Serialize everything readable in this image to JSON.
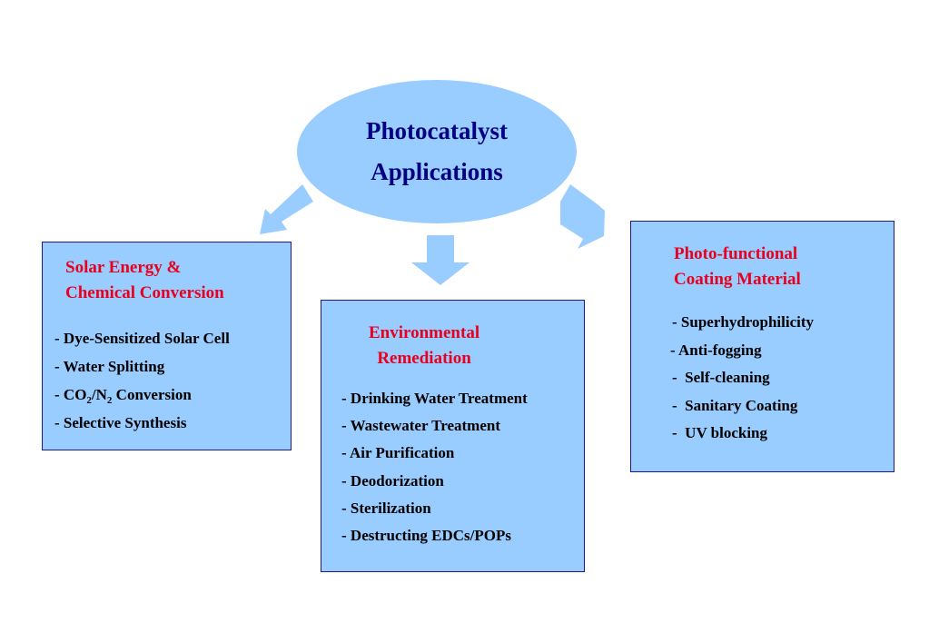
{
  "center": {
    "line1": "Photocatalyst",
    "line2": "Applications"
  },
  "solar": {
    "title_line1": "Solar Energy &",
    "title_line2": "Chemical Conversion",
    "items": {
      "dye": "- Dye-Sensitized Solar Cell",
      "water": "- Water Splitting",
      "co2_prefix": "- CO",
      "co2_sub1": "2",
      "co2_mid": "/N",
      "co2_sub2": "2",
      "co2_suffix": " Conversion",
      "selective": "- Selective Synthesis"
    }
  },
  "environment": {
    "title_line1": "Environmental",
    "title_line2": "Remediation",
    "items": [
      "- Drinking Water Treatment",
      "- Wastewater Treatment",
      "- Air Purification",
      "- Deodorization",
      "- Sterilization",
      "- Destructing EDCs/POPs"
    ]
  },
  "coating": {
    "title_line1": "Photo-functional",
    "title_line2": "Coating Material",
    "items": [
      "- Superhydrophilicity",
      "- Anti-fogging",
      "-  Self-cleaning",
      "-  Sanitary Coating",
      "-  UV blocking"
    ]
  },
  "colors": {
    "fill": "#99ccff",
    "arrow": "#99ccff",
    "title_navy": "#000080",
    "box_title_red": "#e8001c",
    "border": "#1a1a80"
  }
}
